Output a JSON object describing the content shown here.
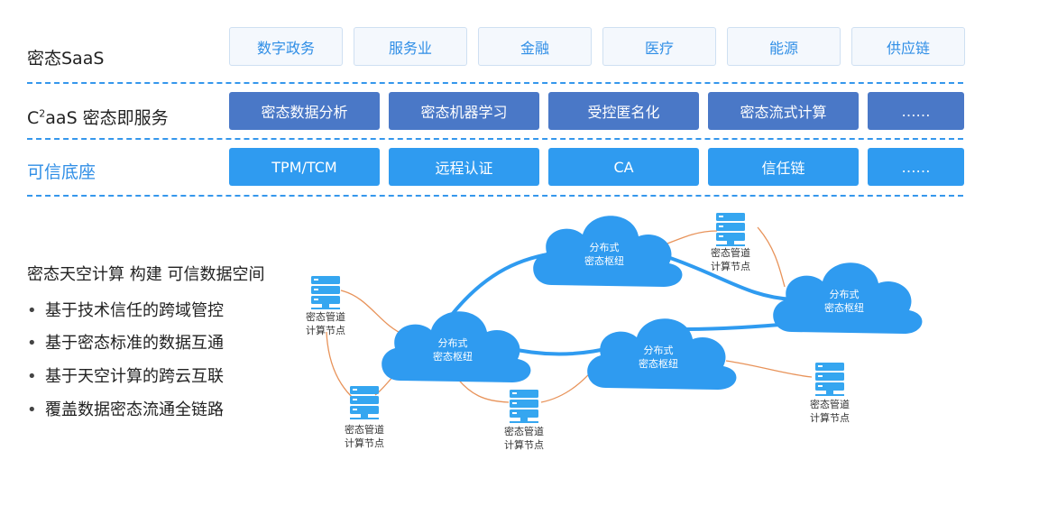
{
  "rows": {
    "saas": {
      "label": "密态SaaS",
      "tiles": [
        "数字政务",
        "服务业",
        "金融",
        "医疗",
        "能源",
        "供应链"
      ]
    },
    "c2aas": {
      "label_prefix": "C",
      "label_sup": "2",
      "label_suffix": "aaS 密态即服务",
      "tiles": [
        "密态数据分析",
        "密态机器学习",
        "受控匿名化",
        "密态流式计算",
        "……"
      ]
    },
    "trusted": {
      "label": "可信底座",
      "tiles": [
        "TPM/TCM",
        "远程认证",
        "CA",
        "信任链",
        "……"
      ]
    }
  },
  "headline": "密态天空计算 构建 可信数据空间",
  "bullets": [
    "基于技术信任的跨域管控",
    "基于密态标准的数据互通",
    "基于天空计算的跨云互联",
    "覆盖数据密态流通全链路"
  ],
  "bullet_symbol": "•",
  "network": {
    "hub_line1": "分布式",
    "hub_line2": "密态枢纽",
    "node_line1": "密态管道",
    "node_line2": "计算节点",
    "colors": {
      "cloud": "#2f9bf0",
      "link": "#2f9bf0",
      "node_link": "#e8935a",
      "server": "#35a6f0"
    }
  }
}
